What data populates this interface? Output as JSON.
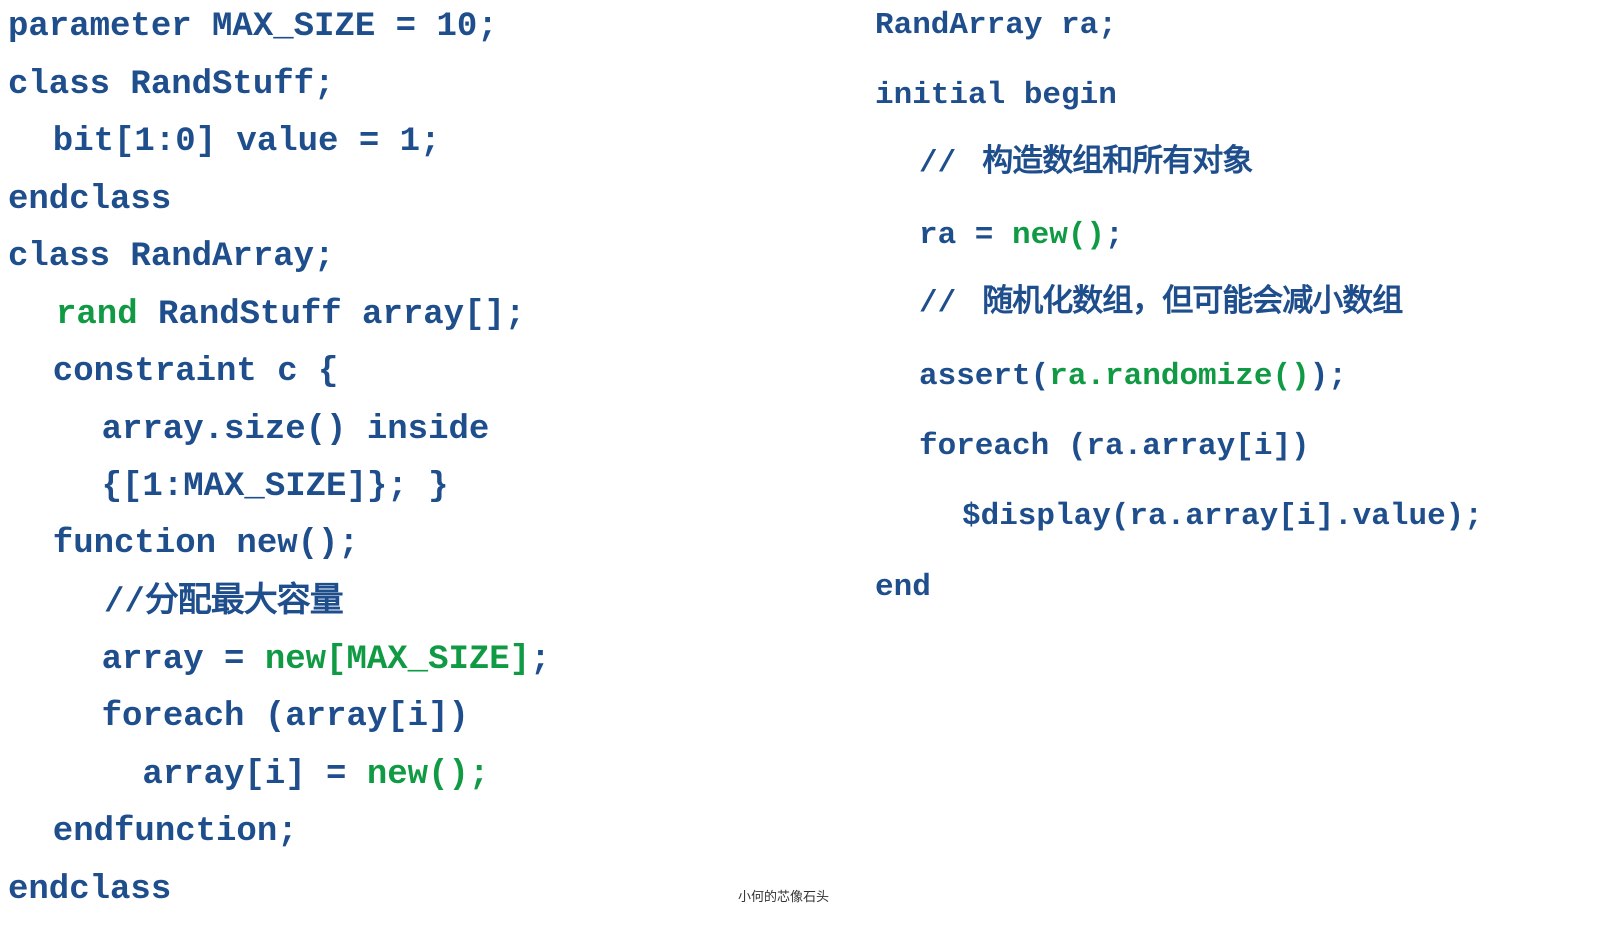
{
  "colors": {
    "code_text": "#1f4e8c",
    "keyword_green": "#119a44",
    "background": "#ffffff"
  },
  "left_code": {
    "l01": "parameter MAX_SIZE = 10;",
    "l02": "class RandStuff;",
    "l03": "  bit[1:0] value = 1;",
    "l04": "endclass",
    "l05": "class RandArray;",
    "l06_green": "rand",
    "l06_rest": " RandStuff array[];",
    "l07": "  constraint c {",
    "l08": "    array.size() inside",
    "l09": "    {[1:MAX_SIZE]}; }",
    "l10": "  function new();",
    "l11_slashes": "//",
    "l11_comment": "分配最大容量",
    "l12_pre": "    array = ",
    "l12_green": "new[MAX_SIZE]",
    "l12_post": ";",
    "l13": "    foreach (array[i])",
    "l14_pre": "      array[i] = ",
    "l14_green": "new();",
    "l15": "  endfunction;",
    "l16": "endclass"
  },
  "right_code": {
    "r01": "RandArray ra;",
    "r02": "initial begin",
    "r03_slashes": "//",
    "r03_comment": "构造数组和所有对象",
    "r04_pre": "ra = ",
    "r04_green": "new()",
    "r04_post": ";",
    "r05_slashes": "//",
    "r05_comment": "随机化数组，但可能会减小数组",
    "r06_pre": "assert(",
    "r06_green": "ra.randomize()",
    "r06_post": ");",
    "r07": "foreach (ra.array[i])",
    "r08": "$display(ra.array[i].value);",
    "r09": "end"
  },
  "watermark": "小何的芯像石头"
}
